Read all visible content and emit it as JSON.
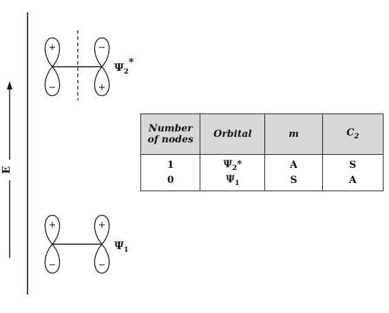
{
  "energy_axis": {
    "label": "E"
  },
  "orbitals": [
    {
      "symbol": "Ψ",
      "subscript": "2",
      "star": "*",
      "node_line": true,
      "signs": {
        "left_top": "+",
        "left_bottom": "−",
        "right_top": "−",
        "right_bottom": "+"
      }
    },
    {
      "symbol": "Ψ",
      "subscript": "1",
      "star": "",
      "node_line": false,
      "signs": {
        "left_top": "+",
        "left_bottom": "−",
        "right_top": "+",
        "right_bottom": "−"
      }
    }
  ],
  "table": {
    "headers": {
      "nodes_line1": "Number",
      "nodes_line2": "of nodes",
      "orbital": "Orbital",
      "m": "m",
      "c2": "C",
      "c2_sub": "2"
    },
    "rows": [
      {
        "nodes": "1",
        "orbital": "Ψ",
        "orbital_sub": "2",
        "orbital_star": "*",
        "m": "A",
        "c2": "S"
      },
      {
        "nodes": "0",
        "orbital": "Ψ",
        "orbital_sub": "1",
        "orbital_star": "",
        "m": "S",
        "c2": "A"
      }
    ]
  }
}
